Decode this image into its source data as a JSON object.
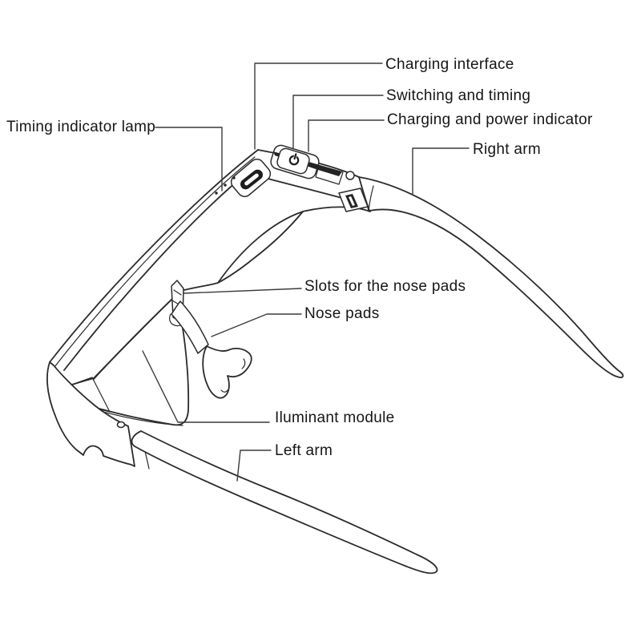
{
  "diagram": {
    "background": "#ffffff",
    "line_color": "#2b2b2b",
    "label_color": "#161616",
    "labels": {
      "charging_interface": "Charging interface",
      "switching_and_timing": "Switching and timing",
      "charging_and_power_indicator": "Charging and power indicator",
      "right_arm": "Right arm",
      "timing_indicator_lamp": "Timing indicator lamp",
      "slots_for_the_nose_pads": "Slots for the nose pads",
      "nose_pads": "Nose pads",
      "iluminant_module": "Iluminant module",
      "left_arm": "Left arm"
    },
    "icons": {
      "power_button": "power-icon"
    }
  }
}
